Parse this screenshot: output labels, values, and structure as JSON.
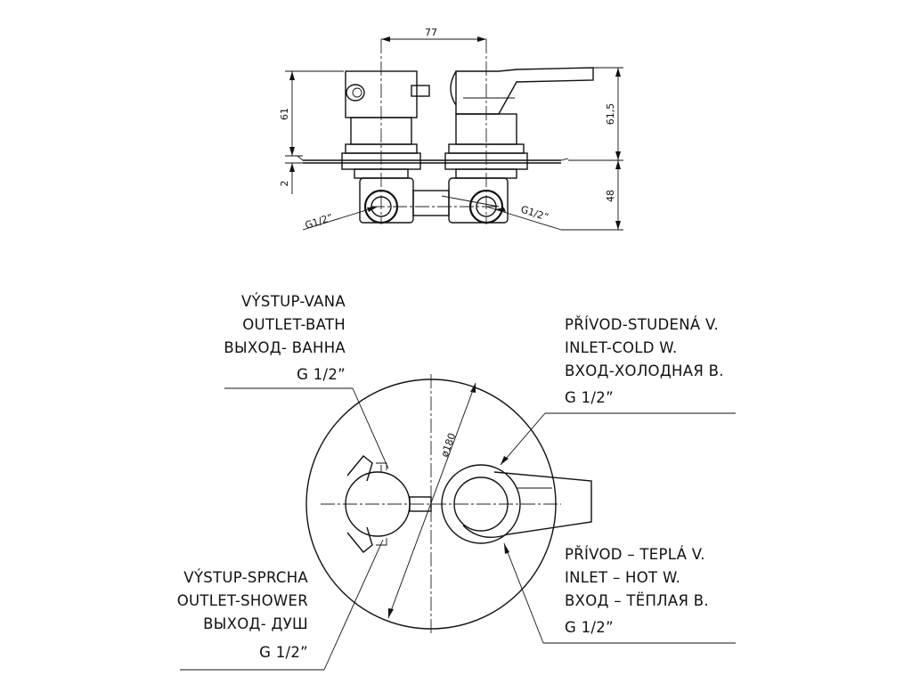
{
  "side_view": {
    "dim_width": "77",
    "dim_height_left": "61",
    "dim_gap": "2",
    "dim_height_right": "61,5",
    "dim_depth": "48",
    "thread_left": "G1/2”",
    "thread_right": "G1/2”"
  },
  "front_view": {
    "diameter": "ø180",
    "outlet_bath": [
      "VÝSTUP-VANA",
      "OUTLET-BATH",
      "ВЫХОД- ВАННА",
      "G 1/2”"
    ],
    "inlet_cold": [
      "PŘÍVOD-STUDENÁ V.",
      "INLET-COLD W.",
      "ВХОД-ХОЛОДНАЯ В.",
      "G 1/2”"
    ],
    "inlet_hot": [
      "PŘÍVOD – TEPLÁ V.",
      "INLET – HOT W.",
      "ВХОД – ТЁПЛАЯ В.",
      "G 1/2”"
    ],
    "outlet_shower": [
      "VÝSTUP-SPRCHA",
      "OUTLET-SHOWER",
      "ВЫХОД- ДУШ",
      "G 1/2”"
    ]
  }
}
